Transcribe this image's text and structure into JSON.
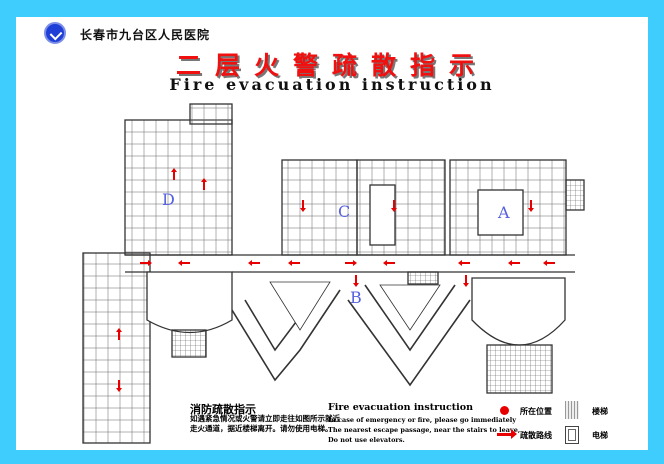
{
  "header": {
    "hospital_name": "长春市九台区人民医院",
    "title_cn": "二层火警疏散指示",
    "title_en": "Fire evacuation instruction"
  },
  "plan": {
    "zones": [
      "A",
      "B",
      "C",
      "D"
    ],
    "colors": {
      "route": "#e80000",
      "walls": "#333333",
      "zone_label": "#5560e0",
      "background": "#3fcdfd"
    }
  },
  "legend": {
    "title_cn": "消防疏散指示",
    "body_cn": "如遇紧急情况或火警请立即走往如图所示就近走火通道，据近楼梯离开。请勿使用电梯。",
    "title_en": "Fire evacuation instruction",
    "body_en": [
      "In case of emergency or fire, please go immediately",
      "The nearest escape passage, near the stairs to leave,",
      "Do not use elevators."
    ],
    "items": {
      "location": "所在位置",
      "route": "疏散路线",
      "stairs": "楼梯",
      "elevator": "电梯"
    }
  }
}
